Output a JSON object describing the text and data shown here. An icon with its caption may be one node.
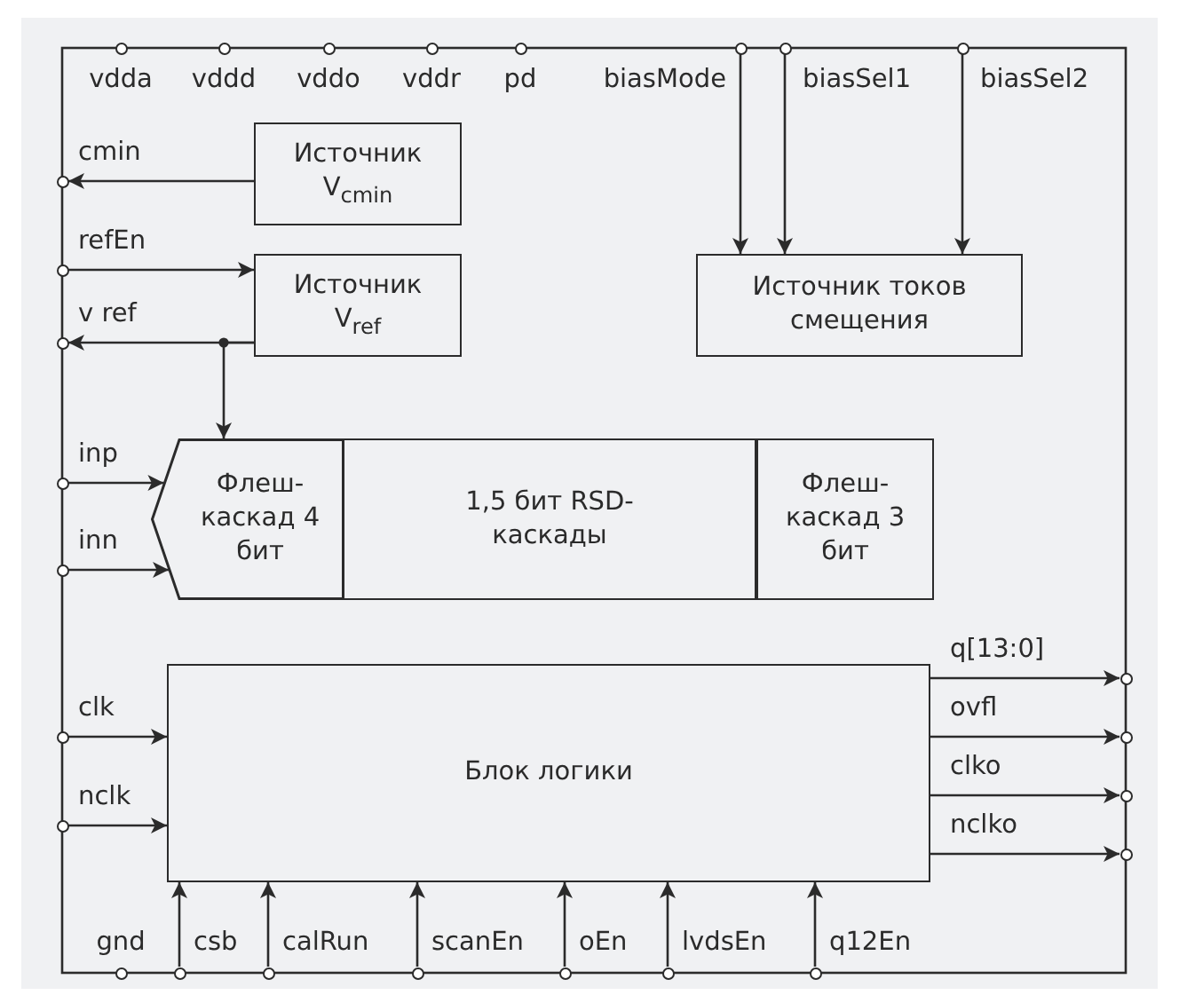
{
  "diagram": {
    "nodes": [
      {
        "text": [],
        "shape": "circle",
        "beside": [
          "vdda"
        ]
      },
      {
        "text": [],
        "shape": "circle",
        "beside": [
          "vddd"
        ]
      },
      {
        "text": [],
        "shape": "circle",
        "beside": [
          "vddo"
        ]
      },
      {
        "text": [],
        "shape": "circle",
        "beside": [
          "vddr"
        ]
      },
      {
        "text": [],
        "shape": "circle",
        "beside": [
          "pd"
        ]
      },
      {
        "text": [],
        "shape": "circle",
        "beside": [
          "biasMode"
        ]
      },
      {
        "text": [],
        "shape": "circle",
        "beside": [
          "biasSel1"
        ]
      },
      {
        "text": [],
        "shape": "circle",
        "beside": [
          "biasSel2"
        ]
      },
      {
        "text": [],
        "shape": "circle",
        "beside": [
          "cmin"
        ]
      },
      {
        "text": [
          "Источник V$_{cmin}$"
        ]
      },
      {
        "text": [],
        "shape": "circle",
        "beside": [
          "refEn"
        ]
      },
      {
        "text": [
          "Источник V$_{ref}$"
        ]
      },
      {
        "text": [],
        "shape": "circle",
        "beside": [
          "v ref"
        ]
      },
      {
        "text": [
          "Источник токов смещения"
        ]
      },
      {
        "text": [],
        "shape": "circle",
        "beside": [
          "inp"
        ]
      },
      {
        "text": [],
        "shape": "circle",
        "beside": [
          "inn"
        ]
      },
      {
        "text": [
          "Флеш-каскад 4 бит"
        ]
      },
      {
        "text": [
          "1,5 бит RSD-каскады"
        ]
      },
      {
        "text": [
          "Флеш-каскад 3 бит"
        ]
      },
      {
        "text": [],
        "shape": "circle",
        "beside": [
          "clk"
        ]
      },
      {
        "text": [],
        "shape": "circle",
        "beside": [
          "nclk"
        ]
      },
      {
        "text": [
          "Блок логики"
        ]
      },
      {
        "text": [],
        "shape": "circle"
      },
      {
        "text": [],
        "shape": "circle"
      },
      {
        "text": [],
        "shape": "circle"
      },
      {
        "text": [],
        "shape": "circle"
      },
      {
        "text": [],
        "shape": "circle",
        "beside": [
          "gnd"
        ]
      },
      {
        "text": [],
        "shape": "circle",
        "beside": [
          "csb"
        ]
      },
      {
        "text": [],
        "shape": "circle",
        "beside": [
          "calRun"
        ]
      },
      {
        "text": [],
        "shape": "circle",
        "beside": [
          "scanEn"
        ]
      },
      {
        "text": [],
        "shape": "circle",
        "beside": [
          "oEn"
        ]
      },
      {
        "text": [],
        "shape": "circle",
        "beside": [
          "lvdsEn"
        ]
      },
      {
        "text": [],
        "shape": "circle",
        "beside": [
          "q12En"
        ]
      }
    ],
    "edges": [
      {
        "from": 5,
        "to": 13,
        "arrow": "to"
      },
      {
        "from": 6,
        "to": 13,
        "arrow": "to"
      },
      {
        "from": 7,
        "to": 13,
        "arrow": "to"
      },
      {
        "from": 9,
        "to": 8,
        "arrow": "to"
      },
      {
        "from": 10,
        "to": 11,
        "arrow": "to"
      },
      {
        "from": 11,
        "to": 12,
        "arrow": "to"
      },
      {
        "from": 11,
        "to": 16,
        "arrow": "to"
      },
      {
        "from": 14,
        "to": 16,
        "arrow": "to"
      },
      {
        "from": 15,
        "to": 16,
        "arrow": "to"
      },
      {
        "from": 19,
        "to": 21,
        "arrow": "to"
      },
      {
        "from": 20,
        "to": 21,
        "arrow": "to"
      },
      {
        "from": 21,
        "to": 22,
        "arrow": "to"
      },
      {
        "from": 21,
        "to": 23,
        "arrow": "to"
      },
      {
        "from": 21,
        "to": 24,
        "arrow": "to"
      },
      {
        "from": 21,
        "to": 25,
        "arrow": "to"
      },
      {
        "from": 27,
        "to": 21,
        "arrow": "to"
      },
      {
        "from": 28,
        "to": 21,
        "arrow": "to"
      },
      {
        "from": 29,
        "to": 21,
        "arrow": "to"
      },
      {
        "from": 30,
        "to": 21,
        "arrow": "to"
      },
      {
        "from": 31,
        "to": 21,
        "arrow": "to"
      },
      {
        "from": 32,
        "to": 21,
        "arrow": "to"
      }
    ],
    "labels": [
      "q[13:0]",
      "ovfl",
      "clko",
      "nclko"
    ]
  }
}
